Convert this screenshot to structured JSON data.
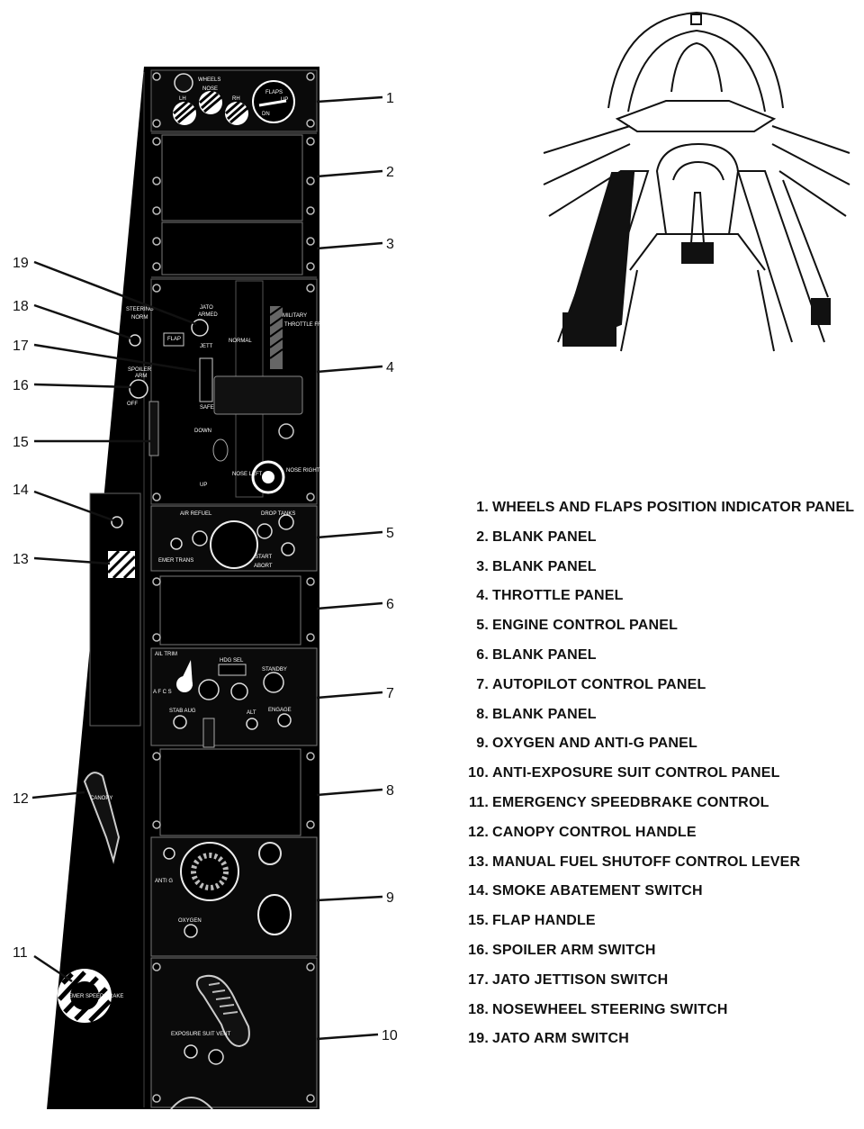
{
  "callout_numbers": [
    "1",
    "2",
    "3",
    "4",
    "5",
    "6",
    "7",
    "8",
    "9",
    "10",
    "11",
    "12",
    "13",
    "14",
    "15",
    "16",
    "17",
    "18",
    "19"
  ],
  "legend": [
    {
      "num": "1.",
      "text": "WHEELS AND FLAPS POSITION INDICATOR PANEL"
    },
    {
      "num": "2.",
      "text": "BLANK PANEL"
    },
    {
      "num": "3.",
      "text": "BLANK PANEL"
    },
    {
      "num": "4.",
      "text": "THROTTLE PANEL"
    },
    {
      "num": "5.",
      "text": "ENGINE CONTROL PANEL"
    },
    {
      "num": "6.",
      "text": "BLANK PANEL"
    },
    {
      "num": "7.",
      "text": "AUTOPILOT CONTROL PANEL"
    },
    {
      "num": "8.",
      "text": "BLANK PANEL"
    },
    {
      "num": "9.",
      "text": "OXYGEN AND ANTI-G PANEL"
    },
    {
      "num": "10.",
      "text": "ANTI-EXPOSURE SUIT CONTROL PANEL"
    },
    {
      "num": "11.",
      "text": "EMERGENCY SPEEDBRAKE CONTROL"
    },
    {
      "num": "12.",
      "text": "CANOPY CONTROL HANDLE"
    },
    {
      "num": "13.",
      "text": "MANUAL FUEL SHUTOFF CONTROL LEVER"
    },
    {
      "num": "14.",
      "text": "SMOKE ABATEMENT SWITCH"
    },
    {
      "num": "15.",
      "text": "FLAP HANDLE"
    },
    {
      "num": "16.",
      "text": "SPOILER ARM SWITCH"
    },
    {
      "num": "17.",
      "text": "JATO JETTISON SWITCH"
    },
    {
      "num": "18.",
      "text": "NOSEWHEEL STEERING SWITCH"
    },
    {
      "num": "19.",
      "text": "JATO ARM SWITCH"
    }
  ],
  "panel_markings": {
    "wheels": "WHEELS",
    "nose": "NOSE",
    "lh": "LH",
    "rh": "RH",
    "flaps": "FLAPS",
    "up": "UP",
    "dn": "DN",
    "steering": "STEERING",
    "norm": "NORM",
    "jato": "JATO",
    "armed": "ARMED",
    "jett": "JETT",
    "flap": "FLAP",
    "spoiler": "SPOILER",
    "arm": "ARM",
    "off": "OFF",
    "safe": "SAFE",
    "normal": "NORMAL",
    "military": "MILITARY",
    "throttle_friction": "THROTTLE FRICTION AND LOCK CONTROL",
    "down": "DOWN",
    "up2": "UP",
    "nose_left": "NOSE LEFT",
    "nose_right": "NOSE RIGHT",
    "air_refuel": "AIR REFUEL",
    "drop_tanks": "DROP TANKS",
    "emer_trans": "EMER TRANS",
    "start": "START",
    "abort": "ABORT",
    "ail_trim": "AIL TRIM",
    "hdg_sel": "HDG SEL",
    "standby": "STANDBY",
    "afcs": "A F C S",
    "stab_aug": "STAB AUG",
    "alt": "ALT",
    "engage": "ENGAGE",
    "oxygen": "OXYGEN",
    "anti_g": "ANTI G",
    "exposure_suit_vent": "EXPOSURE SUIT VENT",
    "canopy": "CANOPY",
    "emer_speed_brake": "EMER SPEED BRAKE"
  }
}
